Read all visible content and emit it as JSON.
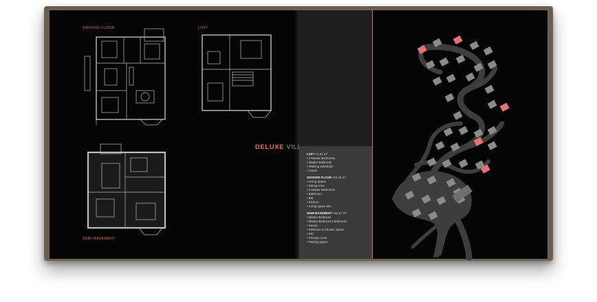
{
  "brochure": {
    "labels": {
      "ground_floor": "GROUND FLOOR",
      "loft": "LOFT",
      "semi_basement": "SEMI-BASEMENT"
    },
    "title_accent": "DELUXE",
    "title_rest": " VILLA",
    "sections": [
      {
        "name": "LOFT",
        "area": "71,51 m²",
        "items": [
          "2 Master Bedrooms",
          "Master Bathroom",
          "Walking Wardrobe",
          "Atrium"
        ]
      },
      {
        "name": "GROUND FLOOR",
        "area": "116,15 m²",
        "items": [
          "Living Space",
          "Dining Area",
          "2 Master Bedrooms",
          "Bathroom",
          "Bar",
          "Kitchen",
          "Living space WC"
        ]
      },
      {
        "name": "SEMI-BASEMENT",
        "area": "131,07 m²",
        "items": [
          "Master Bedroom",
          "Master Bedroom's Bathroom",
          "Sauna",
          "Wellness & Shower Space",
          "WC",
          "Storage room",
          "Parking space"
        ]
      }
    ]
  },
  "colors": {
    "accent": "#e0745f",
    "page": "#050505",
    "cover": "#6b5f52",
    "map_road": "#3d3d3d",
    "map_house": "#8a8a8a",
    "map_house_highlight": "#e57373"
  }
}
